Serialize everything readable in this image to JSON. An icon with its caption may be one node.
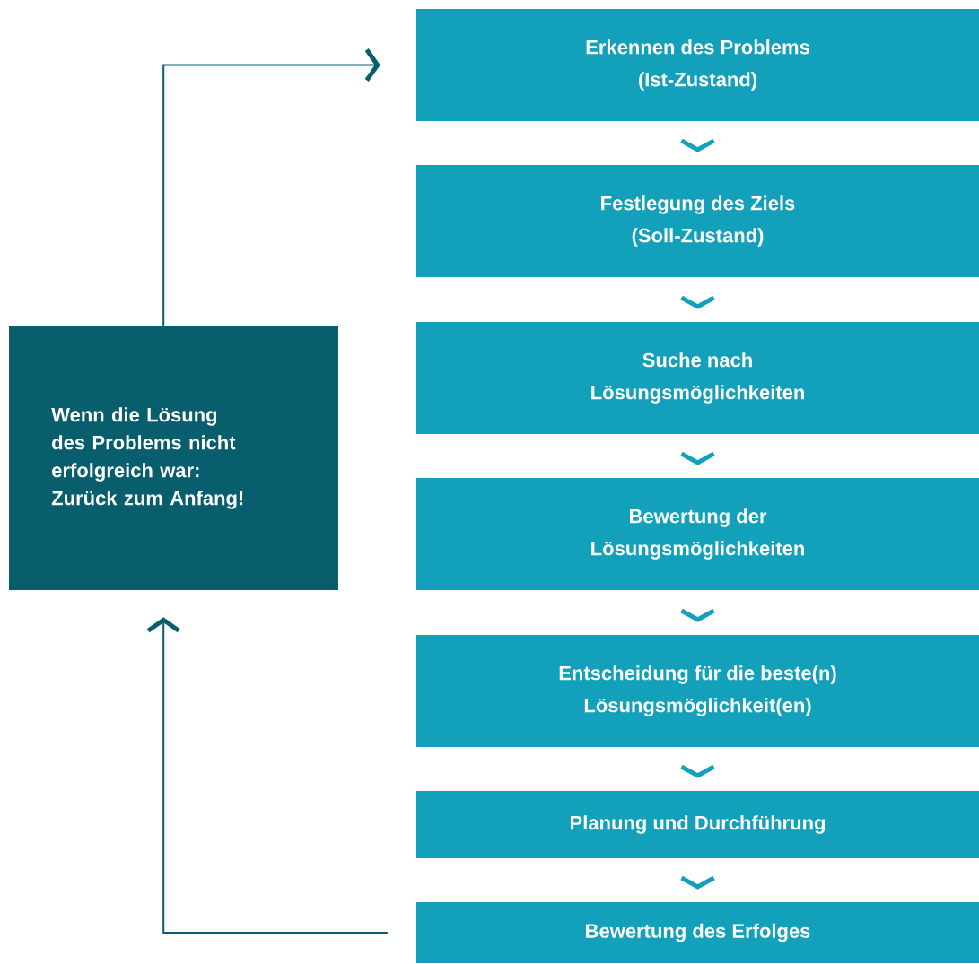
{
  "diagram": {
    "nodes": [
      {
        "text": [
          "Erkennen des Problems (Ist-Zustand)"
        ]
      },
      {
        "text": [
          "Festlegung des Ziels (Soll-Zustand)"
        ]
      },
      {
        "text": [
          "Suche nach Lösungsmöglichkeiten"
        ]
      },
      {
        "text": [
          "Bewertung der Lösungsmöglichkeiten"
        ]
      },
      {
        "text": [
          "Entscheidung für die beste(n) Lösungsmöglichkeit(en)"
        ]
      },
      {
        "text": [
          "Planung und Durchführung"
        ]
      },
      {
        "text": [
          "Bewertung des Erfolges"
        ]
      },
      {
        "text": [
          "Wenn die Lösung des Problems nicht erfolgreich war: Zurück zum Anfang!"
        ]
      }
    ],
    "edges": [
      {
        "from": 0,
        "to": 1,
        "arrow": "to"
      },
      {
        "from": 1,
        "to": 2,
        "arrow": "to"
      },
      {
        "from": 2,
        "to": 3,
        "arrow": "to"
      },
      {
        "from": 3,
        "to": 4,
        "arrow": "to"
      },
      {
        "from": 4,
        "to": 5,
        "arrow": "to"
      },
      {
        "from": 5,
        "to": 6,
        "arrow": "to"
      },
      {
        "from": 6,
        "to": 7,
        "arrow": "to",
        "color": "#085e6c"
      },
      {
        "from": 7,
        "to": 0,
        "arrow": "to",
        "color": "#085e6c"
      }
    ]
  }
}
